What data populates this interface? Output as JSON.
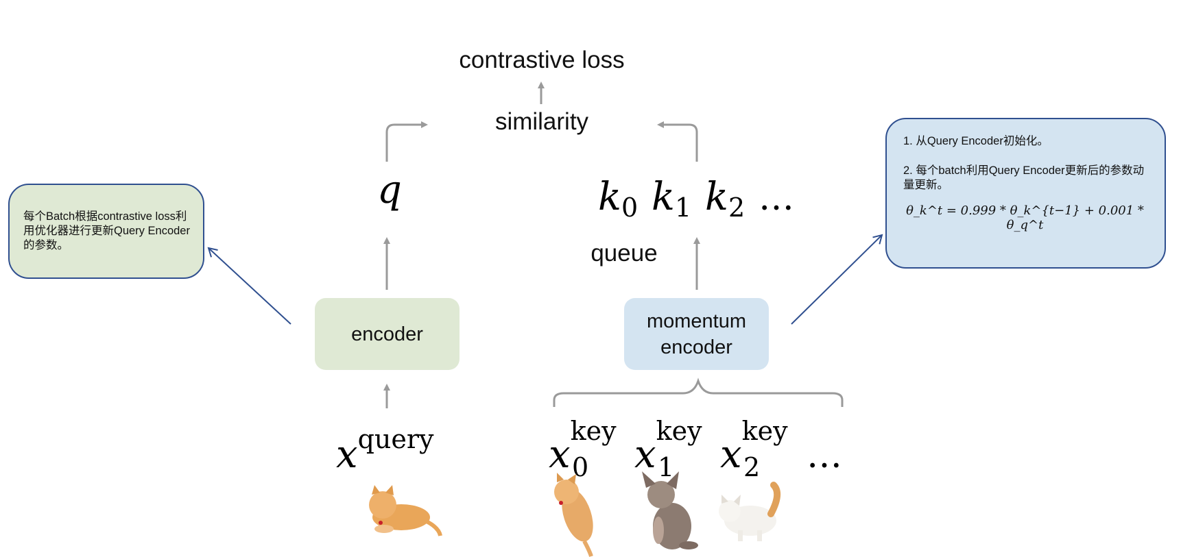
{
  "title_fragment": "",
  "labels": {
    "contrastive_loss": "contrastive loss",
    "similarity": "similarity",
    "queue": "queue",
    "encoder": "encoder",
    "momentum_encoder_line1": "momentum",
    "momentum_encoder_line2": "encoder"
  },
  "math": {
    "q": "q",
    "k": "k",
    "k_indices": [
      "0",
      "1",
      "2"
    ],
    "ellipsis": "…",
    "x": "x",
    "query_sup": "query",
    "key_sup": "key",
    "x_indices": [
      "0",
      "1",
      "2"
    ]
  },
  "notes": {
    "left": "每个Batch根据contrastive loss利用优化器进行更新Query Encoder的参数。",
    "right_item1": "1. 从Query Encoder初始化。",
    "right_item2": "2. 每个batch利用Query Encoder更新后的参数动量更新。",
    "formula": "θ_k^t = 0.999 * θ_k^{t−1} + 0.001 * θ_q^t"
  },
  "images": [
    "cat-lying-orange",
    "cat-playing-orange",
    "cat-sphynx",
    "cat-white-fluffy"
  ],
  "colors": {
    "encoder_fill": "#dfe9d4",
    "momentum_fill": "#d4e4f1",
    "left_note_fill": "#dfe9d4",
    "right_note_fill": "#d4e4f1",
    "note_border": "#2f4f8f",
    "arrow_gray": "#9a9a9a"
  }
}
